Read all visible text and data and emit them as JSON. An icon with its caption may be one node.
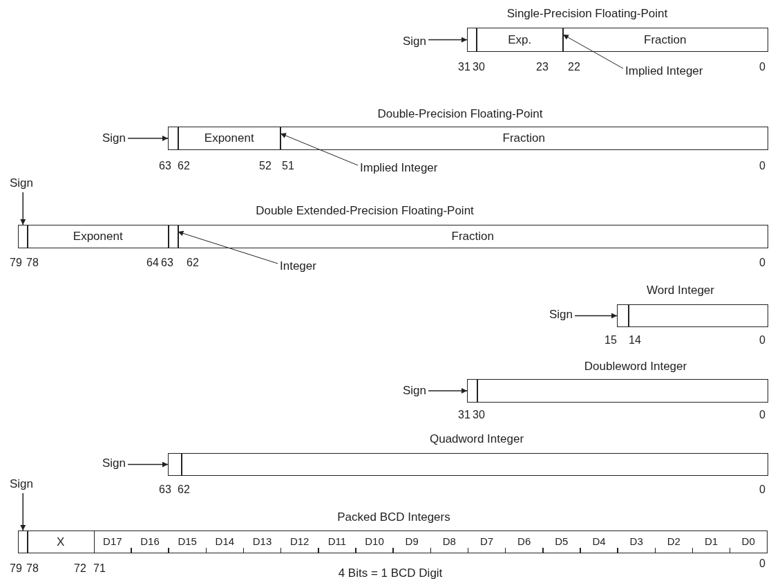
{
  "diagram": {
    "nodes": [
      {
        "text": [
          "Sign"
        ]
      },
      {
        "text": [],
        "shape": "box"
      },
      {
        "text": [
          "Exp."
        ]
      },
      {
        "text": [
          "Fraction"
        ]
      },
      {
        "text": [
          "Implied Integer"
        ]
      },
      {
        "text": [
          "Sign"
        ]
      },
      {
        "text": [],
        "shape": "box"
      },
      {
        "text": [
          "Exponent"
        ]
      },
      {
        "text": [
          "Fraction"
        ]
      },
      {
        "text": [
          "Implied Integer"
        ]
      },
      {
        "text": [
          "Sign"
        ]
      },
      {
        "text": [],
        "shape": "box"
      },
      {
        "text": [
          "Exponent"
        ]
      },
      {
        "text": [],
        "shape": "box"
      },
      {
        "text": [
          "Fraction"
        ]
      },
      {
        "text": [
          "Integer"
        ]
      },
      {
        "text": [
          "Sign"
        ]
      },
      {
        "text": [],
        "shape": "box"
      },
      {
        "text": [],
        "shape": "box"
      },
      {
        "text": [
          "Sign"
        ]
      },
      {
        "text": [],
        "shape": "box"
      },
      {
        "text": [],
        "shape": "box"
      },
      {
        "text": [
          "Sign"
        ]
      },
      {
        "text": [],
        "shape": "box"
      },
      {
        "text": [],
        "shape": "box"
      },
      {
        "text": [
          "Sign"
        ]
      },
      {
        "text": [],
        "shape": "box"
      },
      {
        "text": [
          "X"
        ]
      },
      {
        "text": [
          "D17"
        ]
      },
      {
        "text": [
          "D16"
        ]
      },
      {
        "text": [
          "D15"
        ]
      },
      {
        "text": [
          "D14"
        ]
      },
      {
        "text": [
          "D13"
        ]
      },
      {
        "text": [
          "D12"
        ]
      },
      {
        "text": [
          "D11"
        ]
      },
      {
        "text": [
          "D10"
        ]
      },
      {
        "text": [
          "D9"
        ]
      },
      {
        "text": [
          "D8"
        ]
      },
      {
        "text": [
          "D7"
        ]
      },
      {
        "text": [
          "D6"
        ]
      },
      {
        "text": [
          "D5"
        ]
      },
      {
        "text": [
          "D4"
        ]
      },
      {
        "text": [
          "D3"
        ]
      },
      {
        "text": [
          "D2"
        ]
      },
      {
        "text": [
          "D1"
        ]
      },
      {
        "text": [
          "D0"
        ]
      }
    ],
    "edges": [
      {
        "from": 0,
        "to": 1,
        "arrow": "to"
      },
      {
        "from": 4,
        "to": 3,
        "arrow": "to"
      },
      {
        "from": 5,
        "to": 6,
        "arrow": "to"
      },
      {
        "from": 9,
        "to": 8,
        "arrow": "to"
      },
      {
        "from": 10,
        "to": 11,
        "arrow": "to"
      },
      {
        "from": 15,
        "to": 13,
        "arrow": "to"
      },
      {
        "from": 16,
        "to": 17,
        "arrow": "to"
      },
      {
        "from": 19,
        "to": 20,
        "arrow": "to"
      },
      {
        "from": 22,
        "to": 23,
        "arrow": "to"
      },
      {
        "from": 25,
        "to": 26,
        "arrow": "to"
      }
    ],
    "labels": [
      "Single-Precision Floating-Point",
      "31",
      "30",
      "23",
      "22",
      "0",
      "Double-Precision Floating-Point",
      "63",
      "62",
      "52",
      "51",
      "0",
      "Double Extended-Precision Floating-Point",
      "79",
      "78",
      "64",
      "63",
      "62",
      "0",
      "Word Integer",
      "15",
      "14",
      "0",
      "Doubleword Integer",
      "31",
      "30",
      "0",
      "Quadword Integer",
      "63",
      "62",
      "0",
      "Packed BCD Integers",
      "79",
      "78",
      "72",
      "71",
      "0",
      "4 Bits = 1 BCD Digit"
    ]
  }
}
